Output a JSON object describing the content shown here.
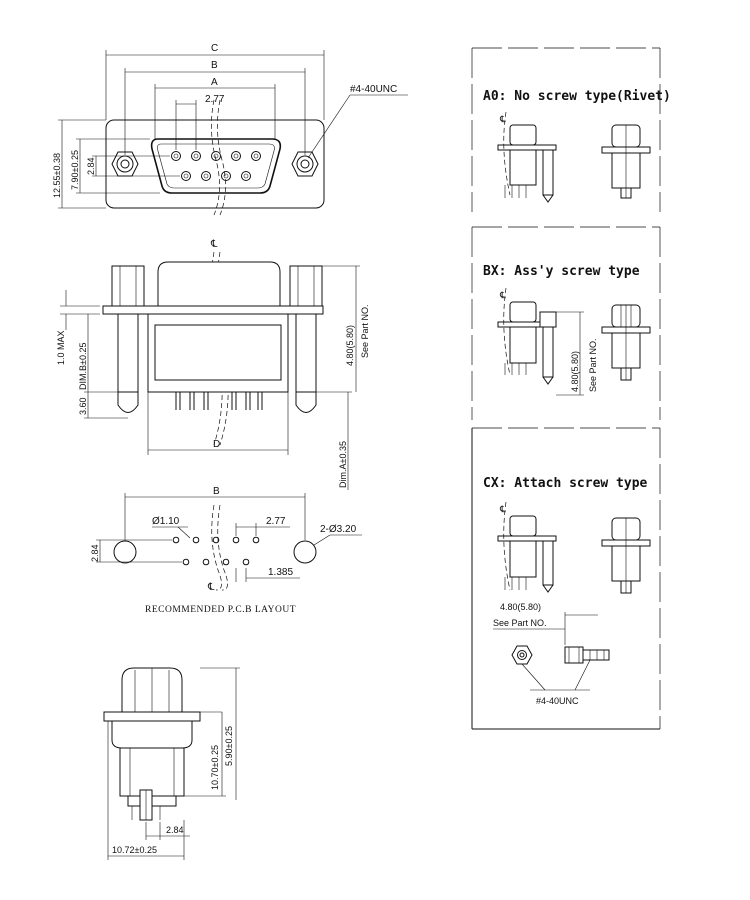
{
  "front_view": {
    "dim_c": "C",
    "dim_b": "B",
    "dim_a": "A",
    "pitch": "2.77",
    "thread_callout": "#4-40UNC",
    "height_total": "12.55±0.38",
    "height_shell": "7.90±0.25",
    "row_spacing": "2.84"
  },
  "side_view": {
    "centerline": "℄",
    "dim_one_max": "1.0 MAX",
    "dim_b_height": "DIM.B±0.25",
    "dim_tail": "3.60",
    "dim_d": "D",
    "dim_a_tail": "Dim.A±0.35",
    "dim_standoff": "4.80(5.80)",
    "see_part": "See Part NO."
  },
  "pcb_layout": {
    "dim_b": "B",
    "hole_dia": "Ø1.10",
    "pitch": "2.77",
    "mount_holes": "2-Ø3.20",
    "row_spacing": "2.84",
    "half_pitch": "1.385",
    "caption": "RECOMMENDED P.C.B LAYOUT",
    "centerline": "℄"
  },
  "end_view": {
    "dim_depth": "10.70±0.25",
    "dim_shell": "5.90±0.25",
    "dim_pin": "2.84",
    "dim_width": "10.72±0.25"
  },
  "panel": {
    "a0_title": "A0: No screw type(Rivet)",
    "bx_title": "BX: Ass'y screw type",
    "bx_dim": "4.80(5.80)",
    "bx_see": "See Part NO.",
    "cx_title": "CX: Attach screw type",
    "cx_dim": "4.80(5.80)",
    "cx_see": "See Part NO.",
    "cx_thread": "#4-40UNC",
    "cl": "℄"
  }
}
